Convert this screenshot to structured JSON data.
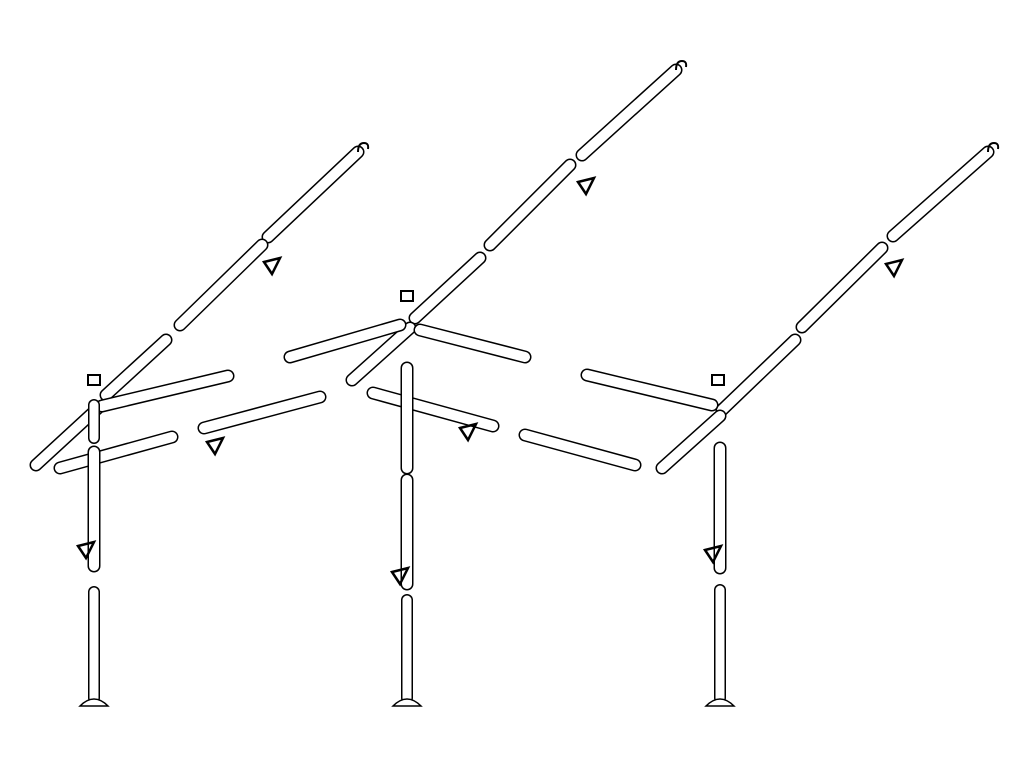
{
  "diagram": {
    "colors": {
      "line": "#000000",
      "background": "#ffffff"
    },
    "assemblies": [
      "left-frame",
      "middle-frame",
      "right-frame"
    ]
  }
}
